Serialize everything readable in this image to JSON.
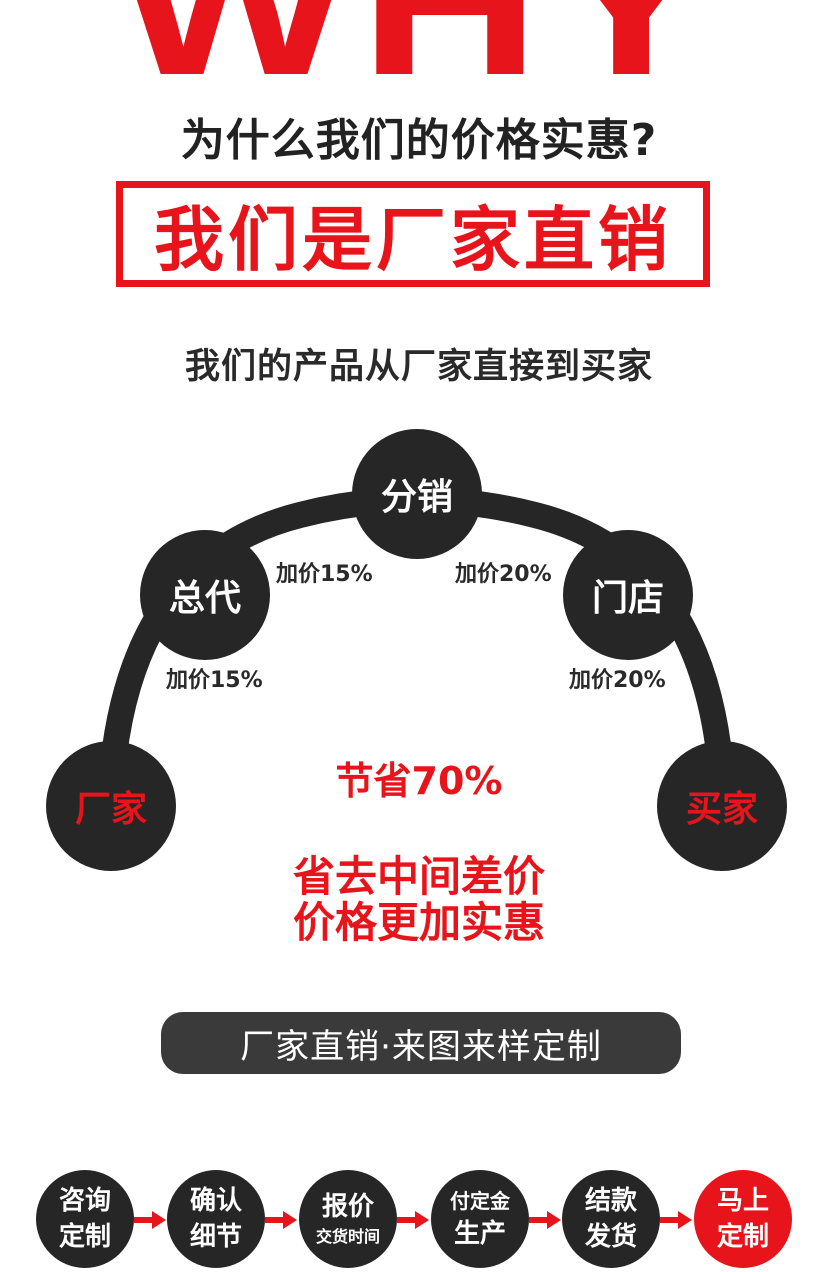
{
  "banner": {
    "why_text": "WHY"
  },
  "question": "为什么我们的价格实惠?",
  "slogan": "我们是厂家直销",
  "subtitle": "我们的产品从厂家直接到买家",
  "diagram": {
    "nodes": {
      "factory": "厂家",
      "agent": "总代",
      "distribution": "分销",
      "store": "门店",
      "buyer": "买家"
    },
    "markups": {
      "factory_to_agent": "加价15%",
      "agent_to_distribution": "加价15%",
      "distribution_to_store": "加价20%",
      "store_to_buyer": "加价20%"
    },
    "save_percent": "节省70%",
    "benefit_line1": "省去中间差价",
    "benefit_line2": "价格更加实惠"
  },
  "pill_label": "厂家直销·来图来样定制",
  "steps": [
    {
      "line1": "咨询",
      "line2": "定制"
    },
    {
      "line1": "确认",
      "line2": "细节"
    },
    {
      "line1": "报价",
      "line2": "交货时间"
    },
    {
      "line1": "付定金",
      "line2": "生产"
    },
    {
      "line1": "结款",
      "line2": "发货"
    },
    {
      "line1": "马上",
      "line2": "定制"
    }
  ],
  "colors": {
    "accent": "#e8141b",
    "dark": "#262626",
    "pill": "#3a3a3a"
  }
}
